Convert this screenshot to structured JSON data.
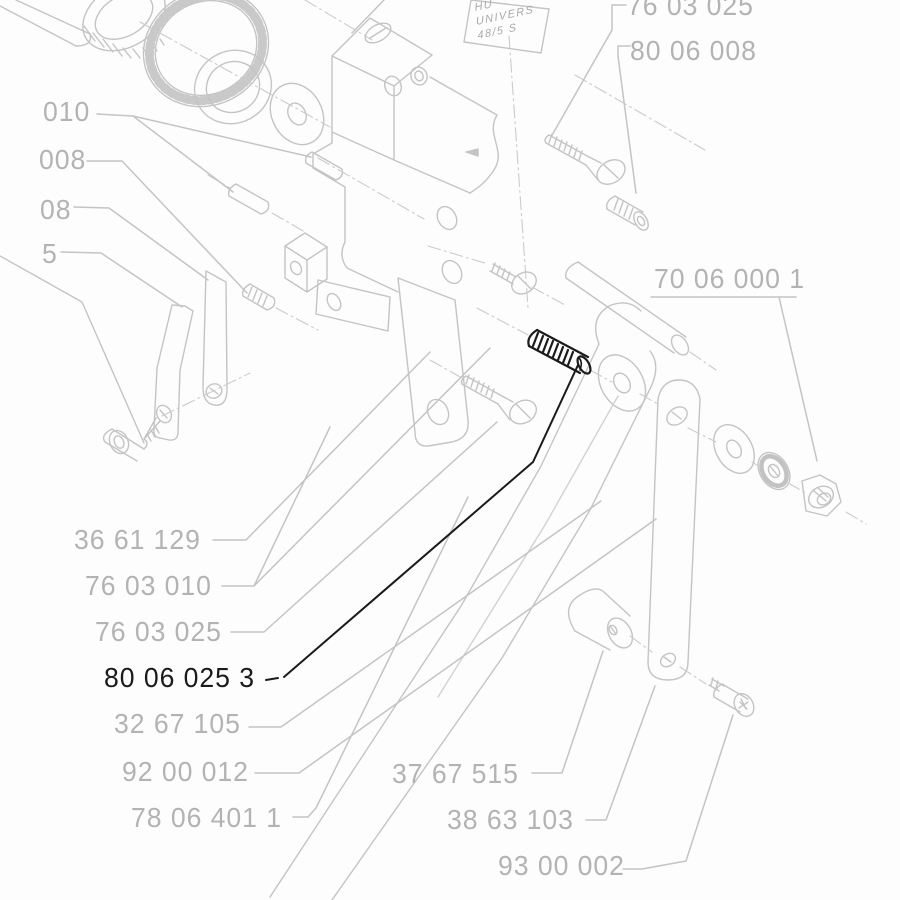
{
  "colors": {
    "line": "#c4c4c4",
    "line_faint": "#d4d4d4",
    "label": "#b3b3b3",
    "highlight": "#1b1b1b",
    "background": "#fdfdfd"
  },
  "plate": {
    "line1": "HU",
    "line2": "UNIVERS",
    "line3": "48/5 S"
  },
  "labels": {
    "top_right": {
      "l1": "76 03 025",
      "l2": "80 06 008",
      "l3": "70 06 000 1"
    },
    "left_truncated": {
      "l1": "010",
      "l2": "008",
      "l3": "08",
      "l4": "5"
    },
    "bottom_left": {
      "l1": "36 61 129",
      "l2": "76 03 010",
      "l3": "76 03 025",
      "l4": "80 06 025 3",
      "l5": "32 67 105",
      "l6": "92 00 012",
      "l7": "78 06 401 1"
    },
    "bottom_right": {
      "l1": "37 67 515",
      "l2": "38 63 103",
      "l3": "93 00 002"
    }
  },
  "highlighted_part_number": "80 06 025 3"
}
